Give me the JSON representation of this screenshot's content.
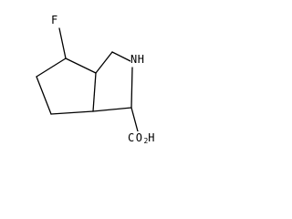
{
  "molecule": {
    "atoms": {
      "fluorine": "F",
      "amine": "NH",
      "acid_prefix": "CO",
      "acid_subscript": "2",
      "acid_suffix": "H"
    },
    "colors": {
      "bond": "#000000",
      "label": "#000000",
      "background": "#ffffff"
    }
  }
}
